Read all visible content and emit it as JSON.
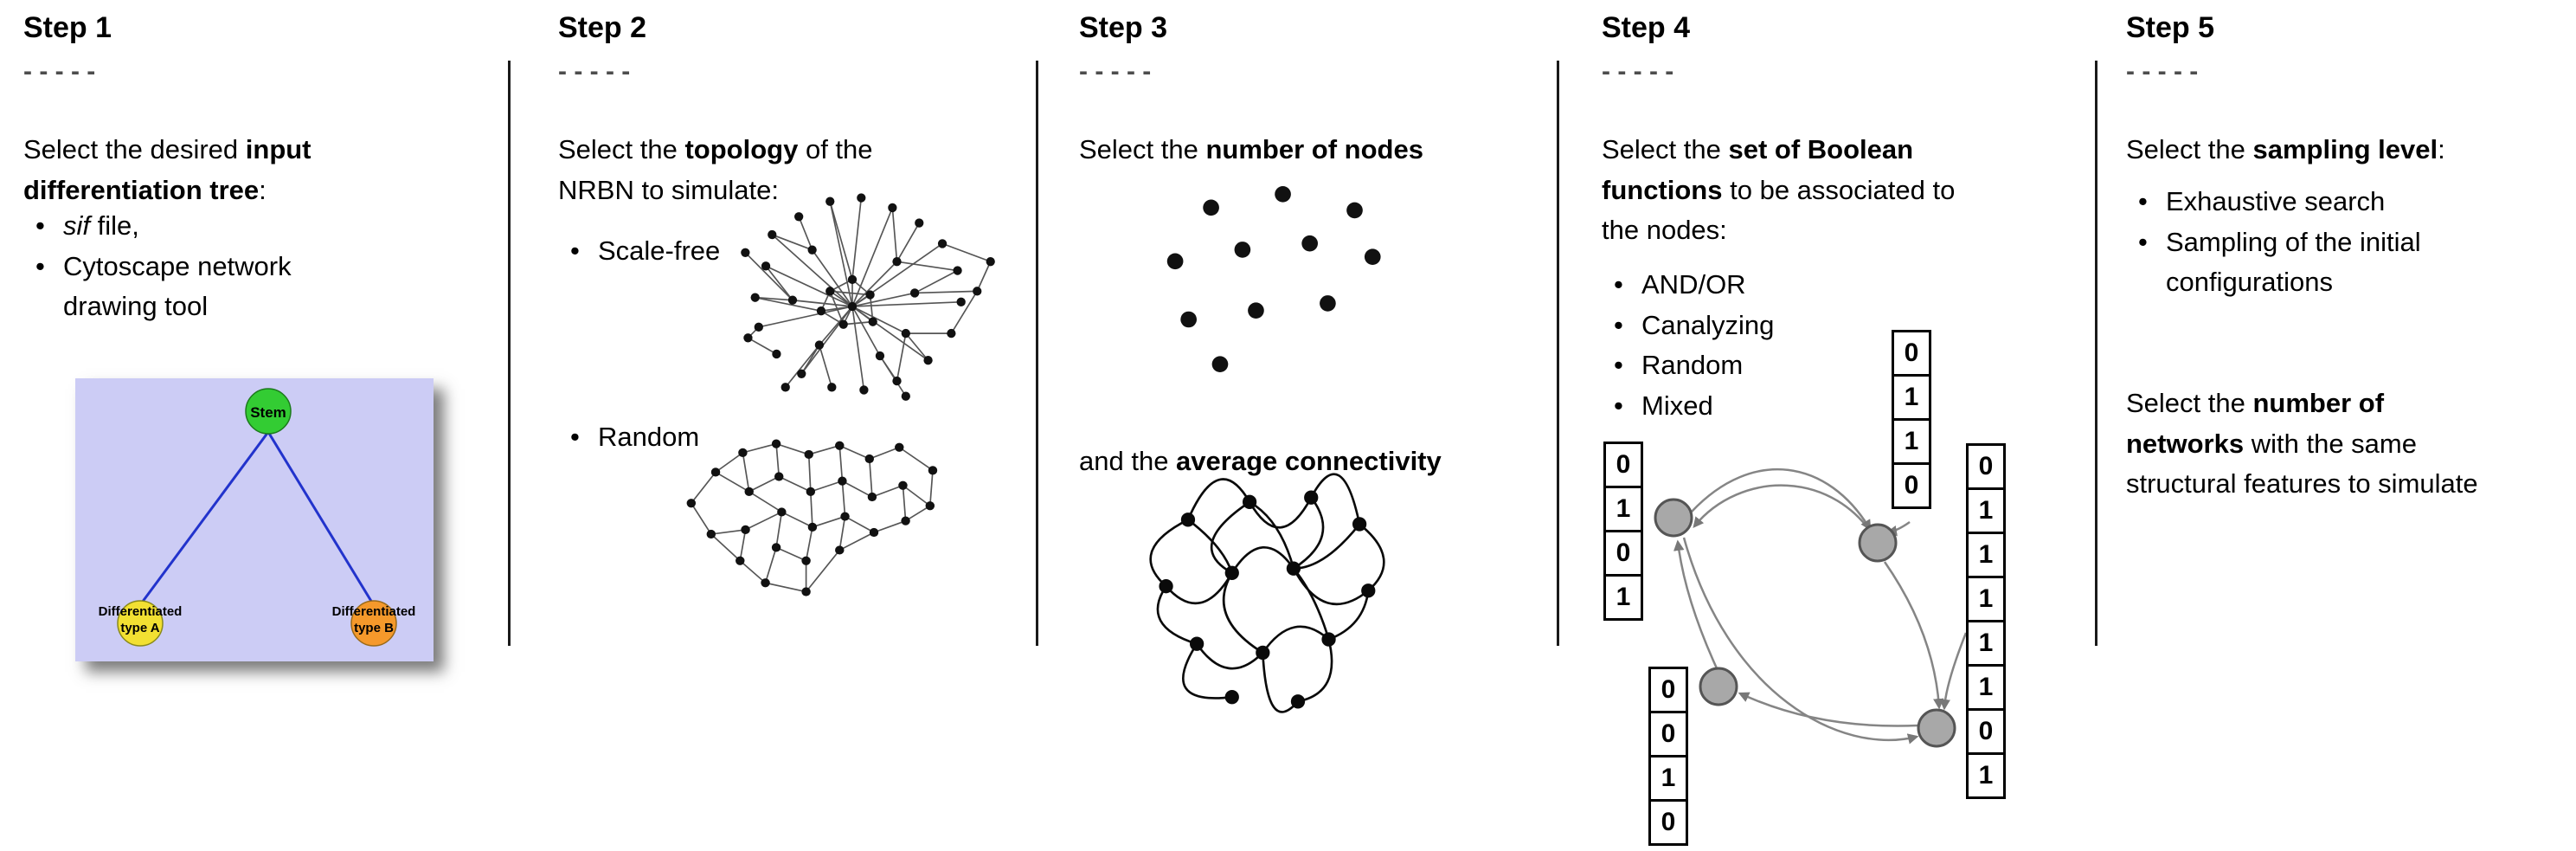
{
  "steps": [
    {
      "title": "Step 1",
      "dashes": "- - - - -",
      "intro": [
        {
          "t": "Select the desired "
        },
        {
          "t": "input",
          "b": true
        },
        {
          "br": true
        },
        {
          "t": "differentiation tree",
          "b": true
        },
        {
          "t": ":"
        }
      ],
      "bullets": [
        [
          {
            "t": "sif",
            "i": true
          },
          {
            "t": " file,"
          }
        ],
        [
          {
            "t": "Cytoscape network"
          },
          {
            "br": true
          },
          {
            "t": "drawing tool"
          }
        ]
      ],
      "tree": {
        "stem_label": "Stem",
        "type_a_label_line1": "Differentiated",
        "type_a_label_line2": "type A",
        "type_b_label_line1": "Differentiated",
        "type_b_label_line2": "type B",
        "colors": {
          "background": "#ccccf5",
          "stem": "#33cc33",
          "type_a": "#f2e032",
          "type_b": "#f5992b",
          "edge": "#2233cc"
        }
      }
    },
    {
      "title": "Step 2",
      "dashes": "- - - - -",
      "intro": [
        {
          "t": "Select the "
        },
        {
          "t": "topology",
          "b": true
        },
        {
          "t": " of the"
        },
        {
          "br": true
        },
        {
          "t": "NRBN to simulate:"
        }
      ],
      "bullets": [
        [
          {
            "t": "Scale-free"
          }
        ],
        [
          {
            "t": "Random"
          }
        ]
      ]
    },
    {
      "title": "Step 3",
      "dashes": "- - - - -",
      "intro": [
        {
          "t": "Select the "
        },
        {
          "t": "number of nodes",
          "b": true
        }
      ],
      "second": [
        {
          "t": "and the "
        },
        {
          "t": "average connectivity",
          "b": true
        }
      ]
    },
    {
      "title": "Step 4",
      "dashes": "- - - - -",
      "intro": [
        {
          "t": "Select the "
        },
        {
          "t": "set of Boolean",
          "b": true
        },
        {
          "br": true
        },
        {
          "t": "functions",
          "b": true
        },
        {
          "t": " to be associated to"
        },
        {
          "br": true
        },
        {
          "t": "the nodes:"
        }
      ],
      "bullets": [
        [
          {
            "t": "AND/OR"
          }
        ],
        [
          {
            "t": "Canalyzing"
          }
        ],
        [
          {
            "t": "Random"
          }
        ],
        [
          {
            "t": "Mixed"
          }
        ]
      ],
      "truth_tables": {
        "left": [
          "0",
          "1",
          "0",
          "1"
        ],
        "top": [
          "0",
          "1",
          "1",
          "0"
        ],
        "bottom_left": [
          "0",
          "0",
          "1",
          "0"
        ],
        "right": [
          "0",
          "1",
          "1",
          "1",
          "1",
          "1",
          "0",
          "1"
        ]
      }
    },
    {
      "title": "Step 5",
      "dashes": "- - - - -",
      "intro": [
        {
          "t": "Select the "
        },
        {
          "t": "sampling level",
          "b": true
        },
        {
          "t": ":"
        }
      ],
      "bullets": [
        [
          {
            "t": "Exhaustive search"
          }
        ],
        [
          {
            "t": "Sampling of the initial"
          },
          {
            "br": true
          },
          {
            "t": "configurations"
          }
        ]
      ],
      "second": [
        {
          "t": "Select the "
        },
        {
          "t": "number of",
          "b": true
        },
        {
          "br": true
        },
        {
          "t": "networks",
          "b": true
        },
        {
          "t": " with the same"
        },
        {
          "br": true
        },
        {
          "t": "structural features to simulate"
        }
      ]
    }
  ]
}
